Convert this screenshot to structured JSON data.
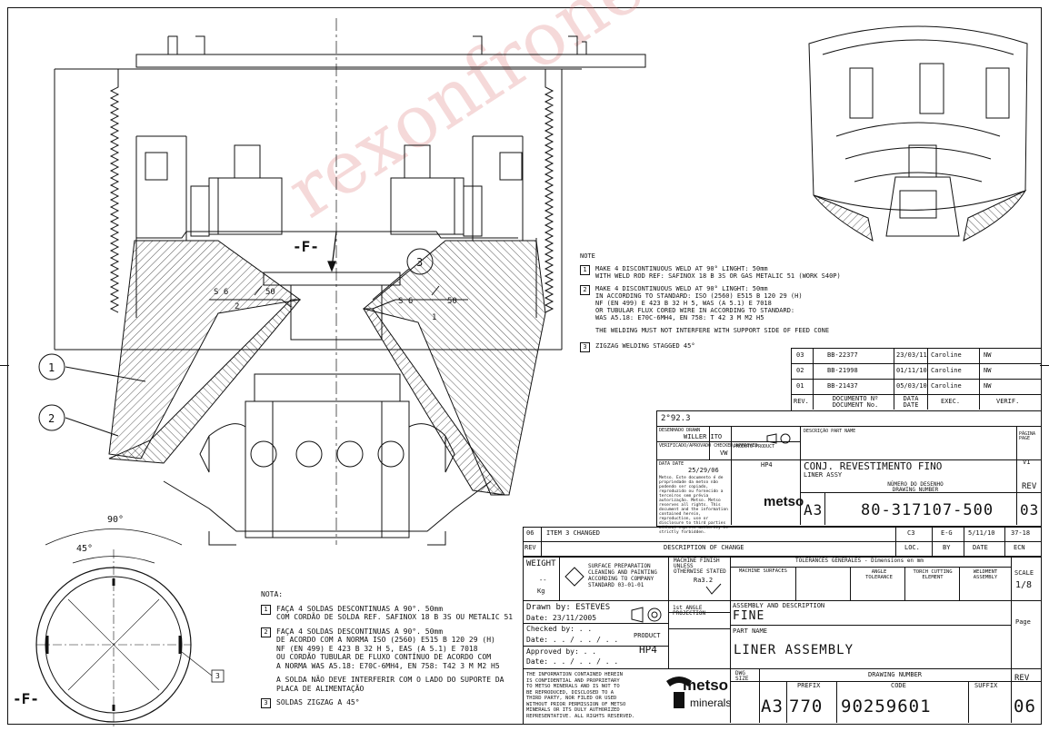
{
  "watermark": "rexonfroner",
  "callouts": {
    "c1": "1",
    "c2": "2",
    "c3": "3",
    "c3b": "3",
    "f_top": "-F-",
    "f_bottom": "-F-",
    "angle_90": "90°",
    "angle_45": "45°"
  },
  "weld_symbols": {
    "left": "S 6",
    "left_len": "50",
    "left_ref": "2",
    "right": "S 6",
    "right_len": "50",
    "right_ref": "1"
  },
  "note_en": {
    "title": "NOTE",
    "items": [
      {
        "num": "1",
        "lines": [
          "MAKE 4 DISCONTINUOUS WELD AT 90° LINGHT: 50mm",
          "WITH WELD ROD REF: SAFINOX 18 B 3S OR GAS METALIC 51 (WORK S40P)"
        ]
      },
      {
        "num": "2",
        "lines": [
          "MAKE 4 DISCONTINUOUS WELD AT 90° LINGHT: 50mm",
          "IN ACCORDING TO STANDARD: ISO (2560) E515 B 120 29 (H)",
          "NF (EN 499) E 423 B 32 H 5, WAS (A 5.1) E 7018",
          "OR TUBULAR FLUX CORED WIRE IN ACCORDING TO STANDARD:",
          "WAS A5.18: E70C-6MH4, EN 758: T 42 3 M M2 H5"
        ]
      },
      {
        "num": "",
        "lines": [
          "THE WELDING MUST NOT INTERFERE WITH SUPPORT SIDE OF FEED CONE"
        ]
      },
      {
        "num": "3",
        "lines": [
          "ZIGZAG WELDING STAGGED 45°"
        ]
      }
    ]
  },
  "note_pt": {
    "title": "NOTA:",
    "items": [
      {
        "num": "1",
        "lines": [
          "FAÇA 4 SOLDAS DESCONTINUAS A 90°. 50mm",
          "COM CORDÃO DE SOLDA REF. SAFINOX 18 B 3S OU METALIC 51"
        ]
      },
      {
        "num": "2",
        "lines": [
          "FAÇA 4 SOLDAS DESCONTINUAS A 90°. 50mm",
          "DE ACORDO COM A NORMA ISO (2560) E515 B 120 29 (H)",
          "NF (EN 499) E 423 B 32 H 5, EAS (A 5.1) E 7018",
          "OU CORDÃO TUBULAR DE FLUXO CONTÍNUO DE ACORDO COM",
          "A NORMA WAS A5.18: E70C-6MH4, EN 758: T42 3 M M2 H5"
        ]
      },
      {
        "num": "",
        "lines": [
          "A SOLDA NÃO DEVE INTERFERIR COM O LADO DO SUPORTE DA",
          "PLACA DE ALIMENTAÇÃO"
        ]
      },
      {
        "num": "3",
        "lines": [
          "SOLDAS ZIGZAG A 45°"
        ]
      }
    ]
  },
  "revisions_upper": {
    "rows": [
      {
        "rev": "03",
        "doc": "BB-22377",
        "date": "23/03/11",
        "exec": "Caroline",
        "verif": "NW"
      },
      {
        "rev": "02",
        "doc": "BB-21998",
        "date": "01/11/10",
        "exec": "Caroline",
        "verif": "NW"
      },
      {
        "rev": "01",
        "doc": "BB-21437",
        "date": "05/03/10",
        "exec": "Caroline",
        "verif": "NW"
      }
    ],
    "headers": {
      "rev": "REV.",
      "doc": "DOCUMENTO Nº DOCUMENT No.",
      "date": "DATA DATE",
      "exec": "EXEC.",
      "verif": "VERIF."
    }
  },
  "title_block_upper": {
    "scale": "2°92.3",
    "drawn_label": "DESENHADO DRAWN",
    "drawn_by": "WILLER ITO",
    "checked_label": "VERIFICADO/APROVADO CHECKED/APPROVED",
    "checked_by": "VW",
    "date_label": "DATA DATE",
    "date": "25/29/06",
    "product_label": "PRODUTO PRODUCT",
    "product": "HP4",
    "description_label": "DESCRIÇÃO PART NAME",
    "description_pt": "CONJ. REVESTIMENTO FINO",
    "description_en": "LINER ASSY",
    "page_label": "PÁGINA PAGE",
    "page": "V1",
    "drawing_number_label": "NÚMERO DO DESENHO DRAWING NUMBER",
    "format": "A3",
    "drawing_number": "80-317107-500",
    "rev_label": "REV",
    "rev": "03",
    "company": "metso",
    "property_note": "Metso. Este documento é de propriedade da metso não podendo ser copiado, reproduzido ou fornecido a terceiros sem prévia autorização. Metso. Metso reserves all rights. This document and the information contained herein, reproduction, use or disclosure to third parties without express authority is strictly forbidden."
  },
  "revisions_lower": {
    "row": {
      "rev": "06",
      "desc": "ITEM 3 CHANGED",
      "loc": "C3",
      "by": "E-G",
      "date": "5/11/10",
      "ecn": "37-18"
    },
    "headers": {
      "rev": "REV",
      "desc": "DESCRIPTION OF CHANGE",
      "loc": "LOC.",
      "by": "BY",
      "date": "DATE",
      "ecn": "ECN"
    }
  },
  "title_block_lower": {
    "weight_label": "WEIGHT",
    "weight": "--",
    "weight_unit": "Kg",
    "surface_text": [
      "SURFACE PREPARATION",
      "CLEANING AND PAINTING",
      "ACCORDING TO COMPANY",
      "STANDARD 03-01-01"
    ],
    "machine_finish": [
      "MACHINE FINISH",
      "UNLESS",
      "OTHERWISE STATED"
    ],
    "ra": "Ra3.2",
    "tolerances_title": "TOLERANCES GENERALES - Dimensions en mm",
    "tol_machined": "MACHINE SURFACES",
    "tol_angle": "ANGLE TOLERANCE",
    "tol_flame": "TORCH CUTTING ELEMENT",
    "tol_weld": "WELDMENT ASSEMBLY",
    "scale_label": "SCALE",
    "scale": "1/8",
    "drawn_by": "Drawn by: ESTEVES",
    "date": "Date: 23/11/2005",
    "checked_by": "Checked by: . .",
    "checked_date": "Date: . . / . . / . .",
    "approved_by": "Approved by: . .",
    "approved_date": "Date: . . / . . / . .",
    "projection": "1st ANGLE PROJECTION",
    "assembly_label": "ASSEMBLY AND DESCRIPTION",
    "assembly": "FINE",
    "product_label": "PRODUCT",
    "product": "HP4",
    "part_name_label": "PART NAME",
    "part_name": "LINER ASSEMBLY",
    "page_label": "Page",
    "confidential": [
      "THE INFORMATION CONTAINED HEREIN",
      "IS CONFIDENTIAL AND PROPRIETARY",
      "TO METSO MINERALS AND IS NOT TO",
      "BE REPRODUCED, DISCLOSED TO A",
      "THIRD PARTY, NOR FILED OR USED",
      "WITHOUT PRIOR PERMISSION OF METSO",
      "MINERALS OR ITS DULY AUTHORIZED",
      "REPRESENTATIVE. ALL RIGHTS RESERVED."
    ],
    "company": "metso",
    "company_sub": "minerals",
    "dwg_label": "DWG SIZE",
    "drawing_number_label": "DRAWING NUMBER",
    "prefix_label": "PREFIX",
    "code_label": "CODE",
    "suffix_label": "SUFFIX",
    "format": "A3",
    "prefix": "770",
    "code": "90259601",
    "suffix": "",
    "rev_label": "REV",
    "rev": "06"
  }
}
